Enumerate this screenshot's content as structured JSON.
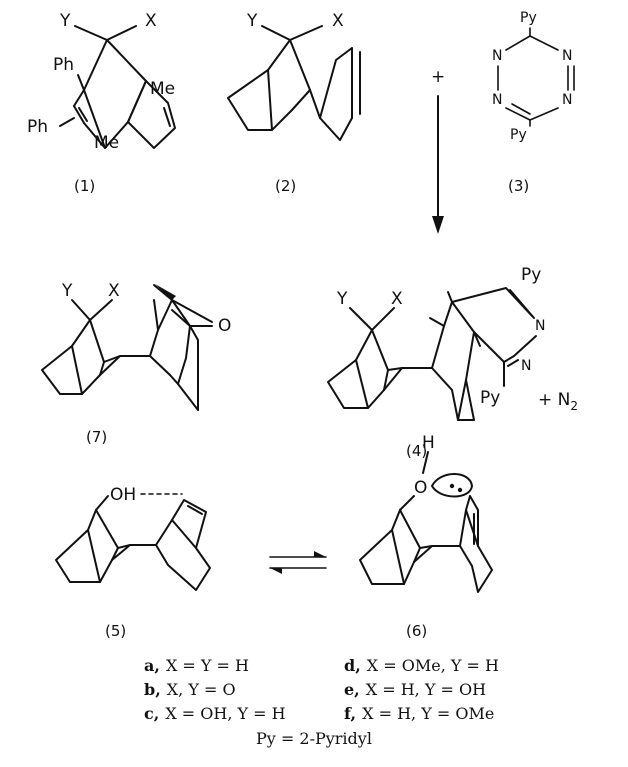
{
  "compounds": {
    "c1": {
      "label": "(1)",
      "sub_y": "Y",
      "sub_x": "X",
      "me_top": "Me",
      "me_bottom": "Me",
      "ph_top": "Ph",
      "ph_bottom": "Ph"
    },
    "c2": {
      "label": "(2)",
      "sub_y": "Y",
      "sub_x": "X"
    },
    "plus": "+",
    "c3": {
      "label": "(3)",
      "py_top": "Py",
      "py_bottom": "Py",
      "n": "N"
    },
    "c7": {
      "label": "(7)",
      "sub_y": "Y",
      "sub_x": "X",
      "o": "O"
    },
    "c4": {
      "label": "(4)",
      "sub_y": "Y",
      "sub_x": "X",
      "py_top": "Py",
      "py_bottom": "Py",
      "n": "N",
      "n2_byproduct": "+ N",
      "n2_sub": "2"
    },
    "c5": {
      "label": "(5)",
      "oh": "OH"
    },
    "c6": {
      "label": "(6)",
      "h": "H",
      "o": "O"
    }
  },
  "key": {
    "a": {
      "letter": "a,",
      "text": "X = Y = H"
    },
    "b": {
      "letter": "b,",
      "text": "X, Y = O"
    },
    "c": {
      "letter": "c,",
      "text": "X = OH, Y = H"
    },
    "d": {
      "letter": "d,",
      "text": "X = OMe, Y = H"
    },
    "e": {
      "letter": "e,",
      "text": "X = H, Y = OH"
    },
    "f": {
      "letter": "f,",
      "text": "X = H, Y = OMe"
    },
    "py_def": "Py = 2-Pyridyl"
  }
}
